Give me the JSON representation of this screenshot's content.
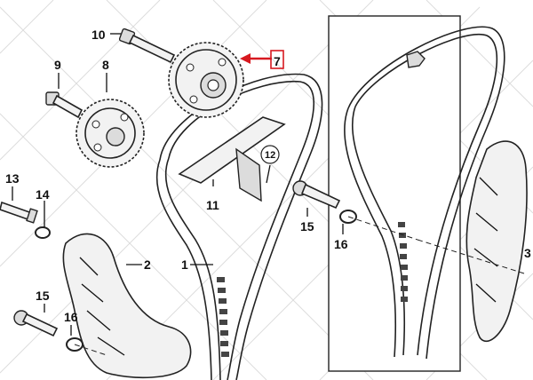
{
  "diagram": {
    "callouts": [
      {
        "id": "10",
        "text": "10"
      },
      {
        "id": "9",
        "text": "9"
      },
      {
        "id": "8",
        "text": "8"
      },
      {
        "id": "7",
        "text": "7"
      },
      {
        "id": "13",
        "text": "13"
      },
      {
        "id": "14",
        "text": "14"
      },
      {
        "id": "12",
        "text": "12"
      },
      {
        "id": "11",
        "text": "11"
      },
      {
        "id": "15a",
        "text": "15"
      },
      {
        "id": "16a",
        "text": "16"
      },
      {
        "id": "2",
        "text": "2"
      },
      {
        "id": "1",
        "text": "1"
      },
      {
        "id": "15b",
        "text": "15"
      },
      {
        "id": "16b",
        "text": "16"
      },
      {
        "id": "3",
        "text": "3"
      }
    ],
    "highlight": {
      "label": "7",
      "color": "#d71920"
    },
    "colors": {
      "ink": "#111111",
      "accent": "#d71920",
      "part_fill": "#f2f2f2"
    }
  }
}
